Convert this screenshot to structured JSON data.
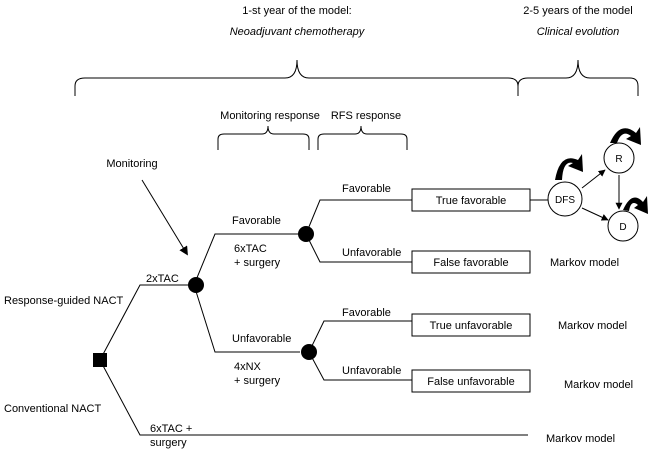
{
  "header": {
    "year1": {
      "line1": "1-st year of the model:",
      "line2": "Neoadjuvant chemotherapy"
    },
    "years2_5": {
      "line1": "2-5 years of the model",
      "line2": "Clinical evolution"
    }
  },
  "phases": {
    "monitoring_response": "Monitoring response",
    "rfs_response": "RFS response"
  },
  "annotations": {
    "monitoring": "Monitoring"
  },
  "strategies": {
    "response_guided": "Response-guided NACT",
    "conventional": "Conventional NACT"
  },
  "branches": {
    "initial_cycles": "2xTAC",
    "favorable": "Favorable",
    "unfavorable": "Unfavorable",
    "fav_treatment_line1": "6xTAC",
    "fav_treatment_line2": "+ surgery",
    "unfav_treatment_line1": "4xNX",
    "unfav_treatment_line2": "+ surgery",
    "conventional_treatment_line1": "6xTAC +",
    "conventional_treatment_line2": "surgery"
  },
  "outcomes": {
    "true_favorable": "True favorable",
    "false_favorable": "False favorable",
    "true_unfavorable": "True unfavorable",
    "false_unfavorable": "False unfavorable"
  },
  "markov": {
    "label": "Markov model",
    "states": {
      "dfs": "DFS",
      "r": "R",
      "d": "D"
    }
  }
}
